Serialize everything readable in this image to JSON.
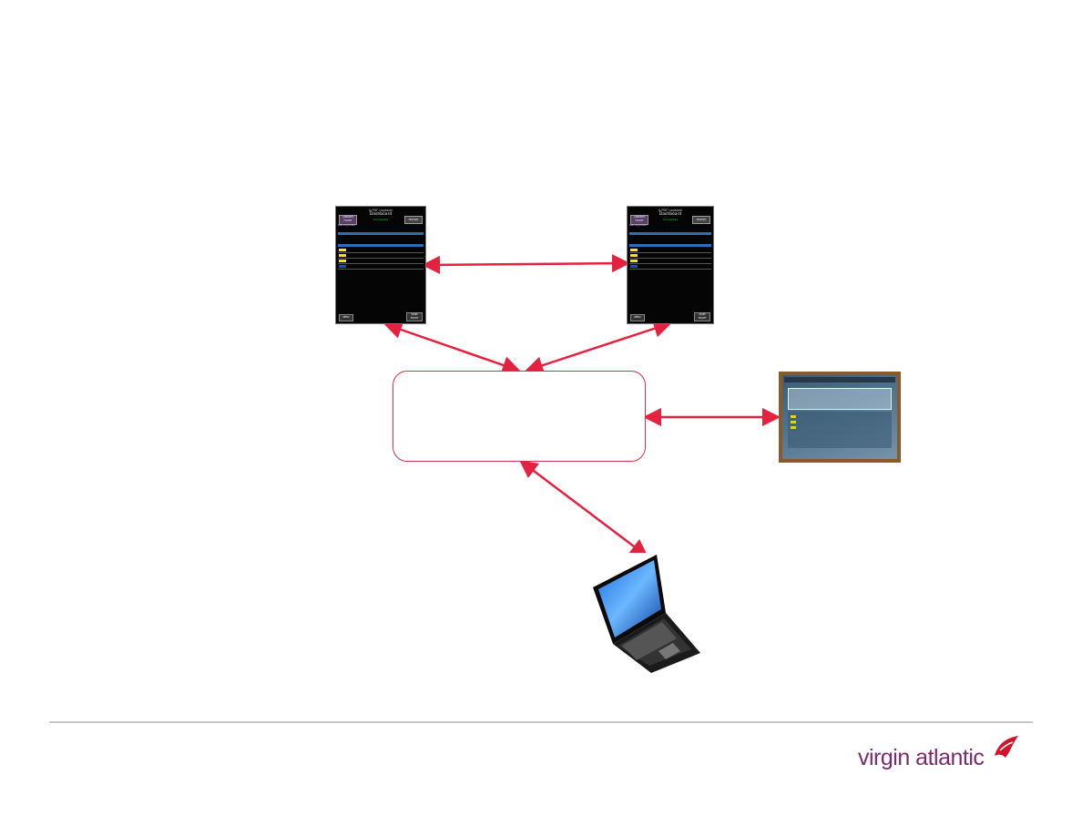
{
  "diagram": {
    "nodes": [
      {
        "id": "efb-left",
        "type": "tablet-screenshot"
      },
      {
        "id": "efb-right",
        "type": "tablet-screenshot"
      },
      {
        "id": "central-server",
        "type": "box",
        "label": ""
      },
      {
        "id": "terminal",
        "type": "terminal-photo"
      },
      {
        "id": "laptop",
        "type": "laptop-image"
      }
    ],
    "edges": [
      {
        "from": "efb-left",
        "to": "efb-right",
        "direction": "both"
      },
      {
        "from": "efb-left",
        "to": "central-server",
        "direction": "both"
      },
      {
        "from": "efb-right",
        "to": "central-server",
        "direction": "both"
      },
      {
        "from": "central-server",
        "to": "terminal",
        "direction": "both"
      },
      {
        "from": "central-server",
        "to": "laptop",
        "direction": "both"
      }
    ],
    "arrow_color": "#e4213f",
    "box_border_color": "#d0324a"
  },
  "efb_screen": {
    "header_line1": "A-PDF Logbook",
    "header_line2": "Dashboard",
    "status_line": "Connected",
    "left_button": "CURRENT FLIGHT",
    "right_button": "HISTORY",
    "title_line": "Last Log Defect",
    "bottom_left": "MENU",
    "bottom_right": "START FLIGHT"
  },
  "logo": {
    "text": "virgin atlantic",
    "color": "#7c2a6e",
    "accent": "#d0152a"
  }
}
